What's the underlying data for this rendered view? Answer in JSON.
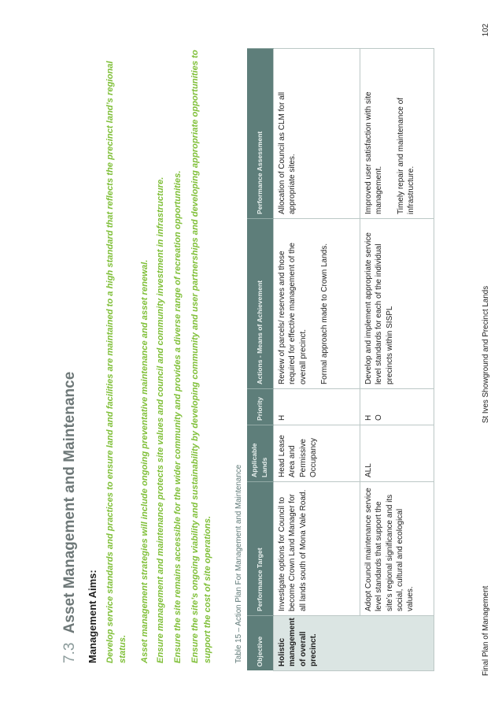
{
  "section": {
    "number": "7.3",
    "title": "Asset Management and Maintenance"
  },
  "aims_label": "Management Aims:",
  "aims": [
    "Develop service standards and practices to ensure land and facilities are maintained to a high standard that reflects the precinct land’s regional status.",
    "Asset management strategies will include ongoing preventative maintenance and asset renewal.",
    "Ensure management and maintenance protects site values and council and community investment in infrastructure.",
    "Ensure the site remains accessible for the wider community and provides a diverse range of recreation opportunities.",
    "Ensure the site’s ongoing viability and sustainability by developing community and user partnerships and developing appropriate opportunities to support the cost of site operations."
  ],
  "table": {
    "caption": "Table 15 – Action Plan For Management and Maintenance",
    "headers": [
      "Objective",
      "Performance Target",
      "Applicable Lands",
      "Priority",
      "Actions - Means of Achievement",
      "Performance Assessment"
    ],
    "rows": [
      {
        "objective": "Holistic management of overall precinct.",
        "target": "Investigate options for Council to become Crown Land Manager for all lands south of Mona Vale Road.",
        "lands": "Head Lease Area and Permissive Occupancy",
        "priority": "H",
        "actions": [
          "Review of parcels/ reserves and those required for effective management of the overall precinct.",
          "Formal approach made to Crown Lands."
        ],
        "assessment": [
          "Allocation of Council as CLM for all appropriate sites."
        ]
      },
      {
        "objective": "",
        "target": "Adopt Council maintenance service level standards that support the site’s regional significance and its social, cultural and ecological values.",
        "lands": "ALL",
        "priority": "H\nO",
        "actions": [
          "Develop and implement appropriate service level standards for each of the individual precincts within SISPL"
        ],
        "assessment": [
          "Improved user satisfaction with site management.",
          "Timely repair and maintenance of infrastructure."
        ]
      }
    ]
  },
  "footer": {
    "left": "Final Plan of Management",
    "center": "St Ives Showground and Precinct Lands",
    "page_number": "102"
  }
}
